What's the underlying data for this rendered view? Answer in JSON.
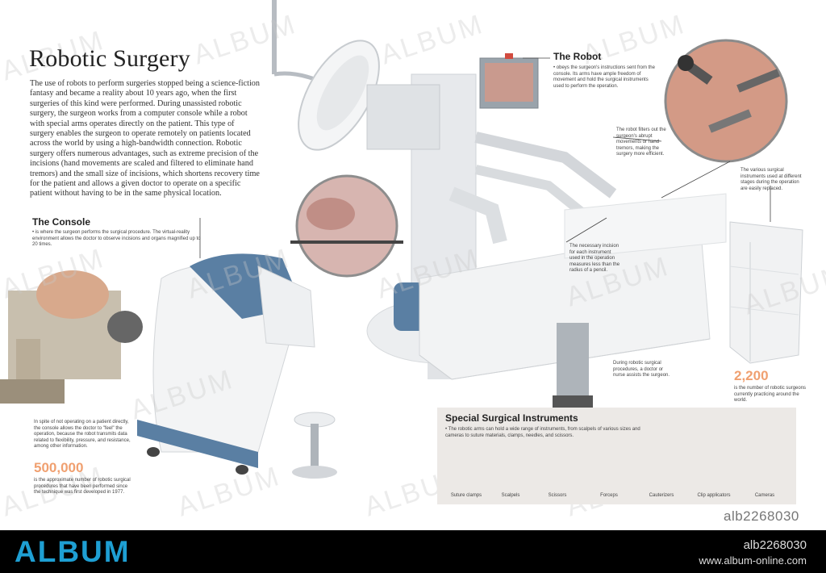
{
  "title": "Robotic Surgery",
  "intro": "The use of robots to perform surgeries stopped being a science-fiction fantasy and became a reality about 10 years ago, when the first surgeries of this kind were performed. During unassisted robotic surgery, the surgeon works from a computer console while a robot with special arms operates directly on the patient. This type of surgery enables the surgeon to operate remotely on patients located across the world by using a high-bandwidth connection. Robotic surgery offers numerous advantages, such as extreme precision of the incisions (hand movements are scaled and filtered to eliminate hand tremors) and the small size of incisions, which shortens recovery time for the patient and allows a given doctor to operate on a specific patient without having to be in the same physical location.",
  "console": {
    "heading": "The Console",
    "text": "• is where the surgeon performs the surgical procedure. The virtual-reality environment allows the doctor to observe incisions and organs magnified up to 20 times.",
    "feel_text": "In spite of not operating on a patient directly, the console allows the doctor to \"feel\" the operation, because the robot transmits data related to flexibility, pressure, and resistance, among other information.",
    "stat_number": "500,000",
    "stat_text": "is the approximate number of robotic surgical procedures that have been performed since the technique was first developed in 1977."
  },
  "robot": {
    "heading": "The Robot",
    "text": "• obeys the surgeon's instructions sent from the console. Its arms have ample freedom of movement and hold the surgical instruments used to perform the operation.",
    "filter_text": "The robot filters out the surgeon's abrupt movements or hand tremors, making the surgery more efficient.",
    "instruments_text": "The various surgical instruments used at different stages during the operation are easily replaced.",
    "incision_text": "The necessary incision for each instrument used in the operation measures less than the radius of a pencil.",
    "assist_text": "During robotic surgical procedures, a doctor or nurse assists the surgeon.",
    "stat_number": "2,200",
    "stat_text": "is the number of robotic surgeons currently practicing around the world."
  },
  "instruments": {
    "heading": "Special Surgical Instruments",
    "text": "• The robotic arms can hold a wide range of instruments, from scalpels of various sizes and cameras to suture materials, clamps, needles, and scissors.",
    "items": [
      "Suture clamps",
      "Scalpels",
      "Scissors",
      "Forceps",
      "Cauterizers",
      "Clip applicators",
      "Cameras"
    ]
  },
  "watermark": "ALBUM",
  "ref_code": "alb2268030",
  "footer": {
    "logo": "ALBUM",
    "code": "alb2268030",
    "url": "www.album-online.com"
  },
  "colors": {
    "accent_blue": "#5a7fa3",
    "stat_orange": "#f0a070",
    "footer_logo": "#1e9fd3"
  }
}
